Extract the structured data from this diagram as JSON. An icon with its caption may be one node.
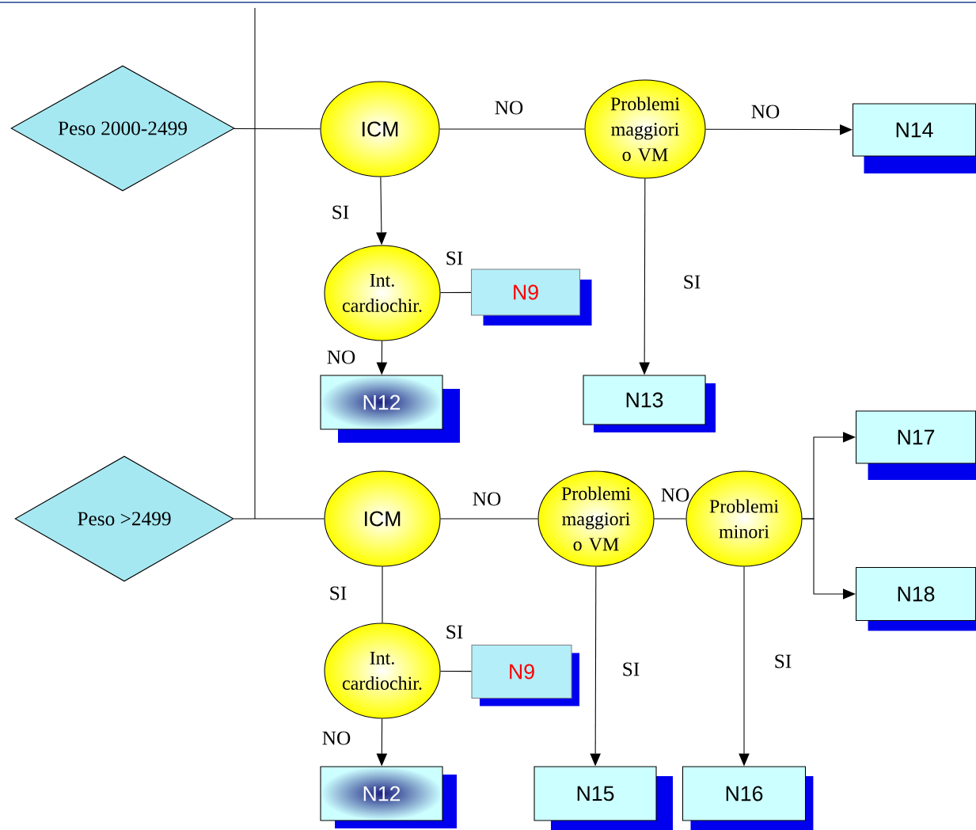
{
  "diagram": {
    "nodes": [
      {
        "text": [
          "Peso 2000-2499"
        ]
      },
      {
        "text": [
          "ICM"
        ]
      },
      {
        "text": [
          "Problemi maggiori o VM"
        ]
      },
      {
        "text": [
          "N14"
        ]
      },
      {
        "text": [
          "Int. cardiochir."
        ]
      },
      {
        "text": [
          "N9"
        ]
      },
      {
        "text": [
          "N12"
        ]
      },
      {
        "text": [
          "N13"
        ]
      },
      {
        "text": [
          "Peso >2499"
        ]
      },
      {
        "text": [
          "ICM"
        ]
      },
      {
        "text": [
          "Problemi maggiori o VM"
        ]
      },
      {
        "text": [
          "Problemi minori"
        ]
      },
      {
        "text": [
          "N17"
        ]
      },
      {
        "text": [
          "N18"
        ]
      },
      {
        "text": [
          "Int. cardiochir."
        ]
      },
      {
        "text": [
          "N9"
        ]
      },
      {
        "text": [
          "N12"
        ]
      },
      {
        "text": [
          "N15"
        ]
      },
      {
        "text": [
          "N16"
        ]
      }
    ],
    "edges": [
      {
        "from": 0,
        "to": 1,
        "arrow": "none"
      },
      {
        "from": 1,
        "to": 2,
        "arrow": "none",
        "label": "NO"
      },
      {
        "from": 2,
        "to": 3,
        "arrow": "to",
        "label": "NO"
      },
      {
        "from": 1,
        "to": 4,
        "arrow": "to",
        "label": "SI"
      },
      {
        "from": 4,
        "to": 5,
        "arrow": "none",
        "label": "SI"
      },
      {
        "from": 4,
        "to": 6,
        "arrow": "to",
        "label": "NO"
      },
      {
        "from": 2,
        "to": 7,
        "arrow": "to",
        "label": "SI"
      },
      {
        "from": 8,
        "to": 9,
        "arrow": "none"
      },
      {
        "from": 9,
        "to": 10,
        "arrow": "none",
        "label": "NO"
      },
      {
        "from": 10,
        "to": 11,
        "arrow": "none",
        "label": "NO"
      },
      {
        "from": 11,
        "to": 12,
        "arrow": "to"
      },
      {
        "from": 11,
        "to": 13,
        "arrow": "to"
      },
      {
        "from": 9,
        "to": 14,
        "arrow": "none",
        "label": "SI"
      },
      {
        "from": 14,
        "to": 15,
        "arrow": "none",
        "label": "SI"
      },
      {
        "from": 14,
        "to": 16,
        "arrow": "to",
        "label": "NO"
      },
      {
        "from": 10,
        "to": 17,
        "arrow": "to",
        "label": "SI"
      },
      {
        "from": 11,
        "to": 18,
        "arrow": "to",
        "label": "SI"
      }
    ]
  }
}
